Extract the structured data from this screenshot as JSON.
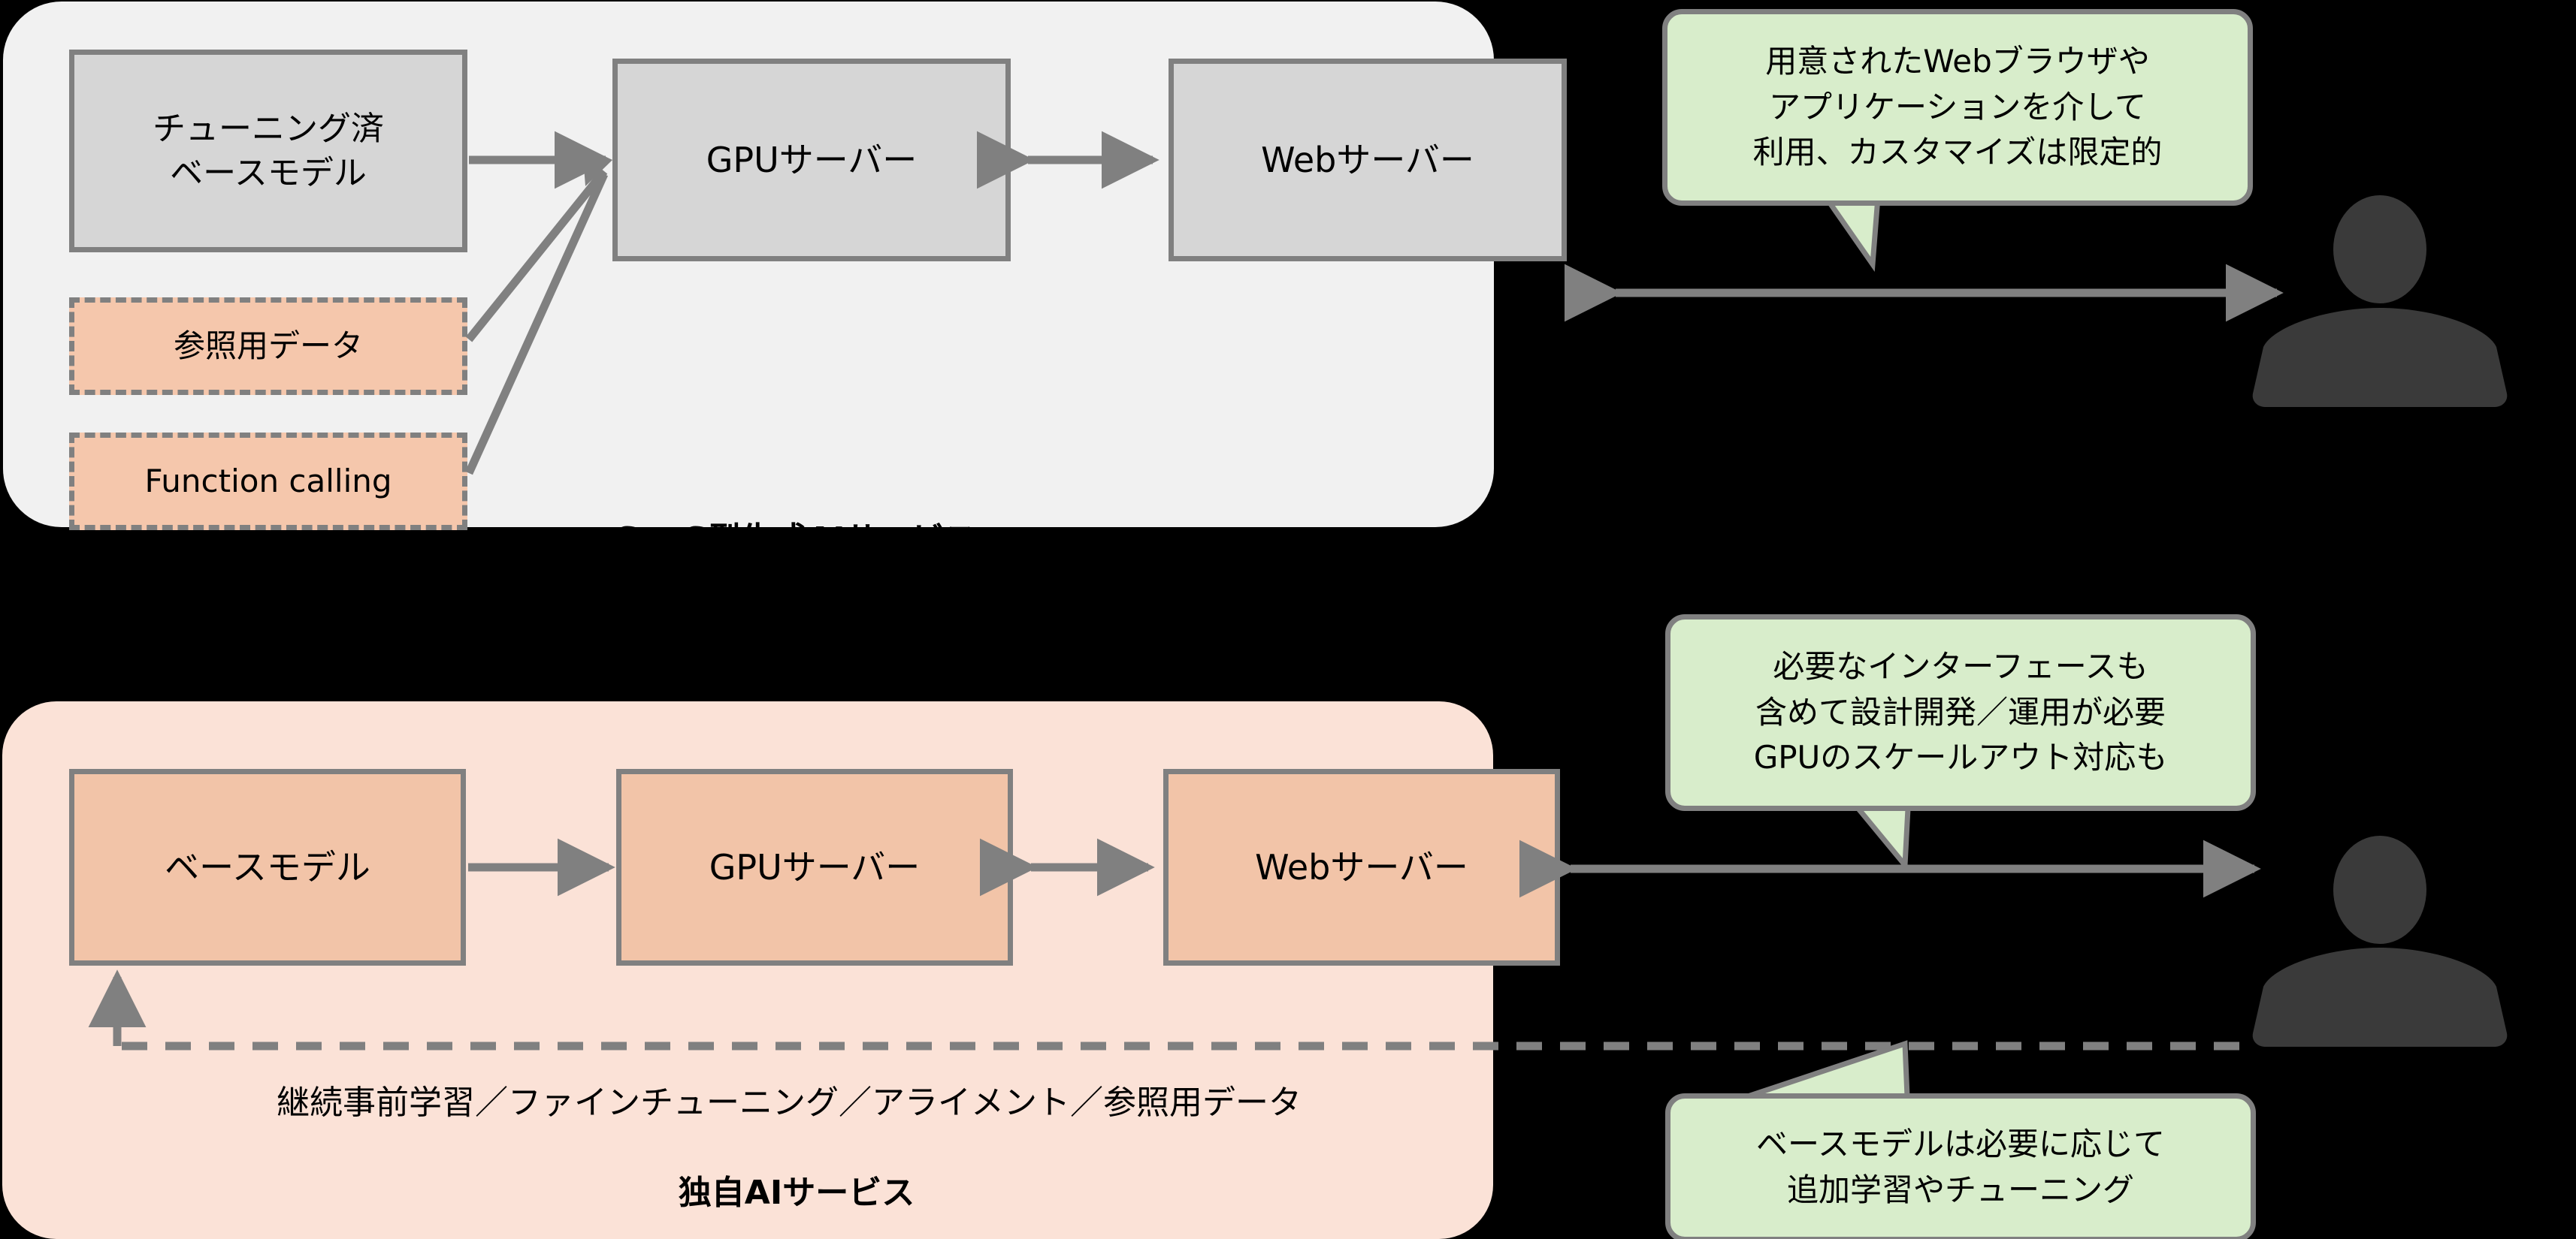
{
  "colors": {
    "background": "#000000",
    "saas_panel_fill": "#f1f1f1",
    "own_panel_fill": "#fbe2d7",
    "grey_box_fill": "#d6d6d6",
    "orange_box_fill": "#f2c4a8",
    "dashed_box_fill": "#f5c7ac",
    "callout_fill": "#d8edcb",
    "stroke": "#808080",
    "person_icon": "#3a3a3a",
    "text": "#000000"
  },
  "saas_section": {
    "title": "SaaS型生成AIサービス",
    "boxes": [
      {
        "id": "tuned-base-model",
        "label": "チューニング済\nベースモデル"
      },
      {
        "id": "gpu-server",
        "label": "GPUサーバー"
      },
      {
        "id": "web-server",
        "label": "Webサーバー"
      }
    ],
    "dashed_boxes": [
      {
        "id": "reference-data",
        "label": "参照用データ"
      },
      {
        "id": "function-calling",
        "label": "Function calling"
      }
    ]
  },
  "own_section": {
    "title": "独自AIサービス",
    "boxes": [
      {
        "id": "base-model",
        "label": "ベースモデル"
      },
      {
        "id": "gpu-server",
        "label": "GPUサーバー"
      },
      {
        "id": "web-server",
        "label": "Webサーバー"
      }
    ],
    "feedback_label": "継続事前学習／ファインチューニング／アライメント／参照用データ"
  },
  "callouts": [
    {
      "id": "saas-usage-note",
      "text": "用意されたWebブラウザや\nアプリケーションを介して\n利用、カスタマイズは限定的"
    },
    {
      "id": "own-build-note",
      "text": "必要なインターフェースも\n含めて設計開発／運用が必要\nGPUのスケールアウト対応も"
    },
    {
      "id": "own-training-note",
      "text": "ベースモデルは必要に応じて\n追加学習やチューニング"
    }
  ],
  "actors": [
    {
      "id": "saas-user",
      "icon": "person-icon"
    },
    {
      "id": "own-user",
      "icon": "person-icon"
    }
  ]
}
